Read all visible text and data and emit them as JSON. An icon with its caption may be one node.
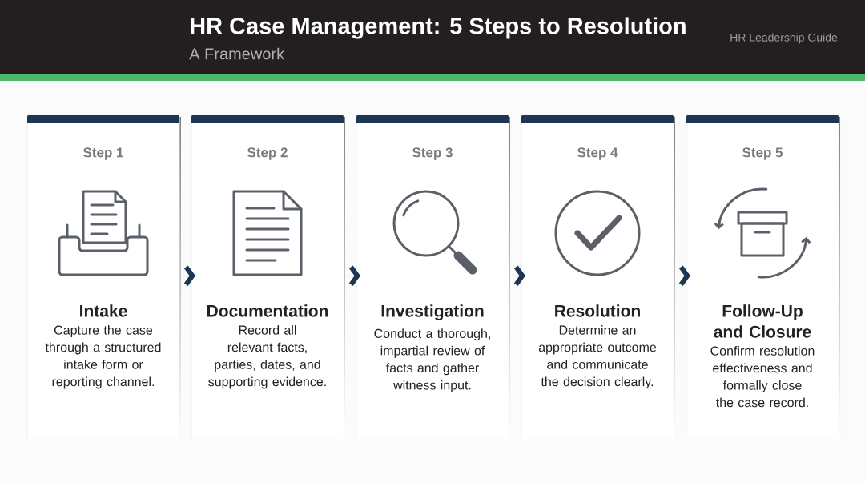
{
  "diagram": {
    "title": "HR Case Management: 5 Steps to Resolution",
    "nodes": [
      {
        "text": [
          "Step 1",
          "Intake",
          "Capture the case through a structured intake form or reporting channel."
        ]
      },
      {
        "text": [
          "Step 2",
          "Documentation",
          "Record all relevant facts, parties, dates, and supporting evidence."
        ]
      },
      {
        "text": [
          "Step 3",
          "Investigation",
          "Conduct a thorough, impartial review of facts and gather witness input."
        ]
      },
      {
        "text": [
          "Step 4",
          "Resolution",
          "Determine an appropriate outcome and communicate the decision clearly."
        ]
      },
      {
        "text": [
          "Step 5",
          "Follow-Up and Closure",
          "Confirm resolution effectiveness and formally close the case record."
        ]
      }
    ],
    "edges": [
      {
        "from": 0,
        "to": 1,
        "arrow": "to"
      },
      {
        "from": 1,
        "to": 2,
        "arrow": "to"
      },
      {
        "from": 2,
        "to": 3,
        "arrow": "to"
      },
      {
        "from": 3,
        "to": 4,
        "arrow": "to"
      }
    ],
    "labels": [
      "A Framework",
      "HR Leadership Guide"
    ]
  }
}
